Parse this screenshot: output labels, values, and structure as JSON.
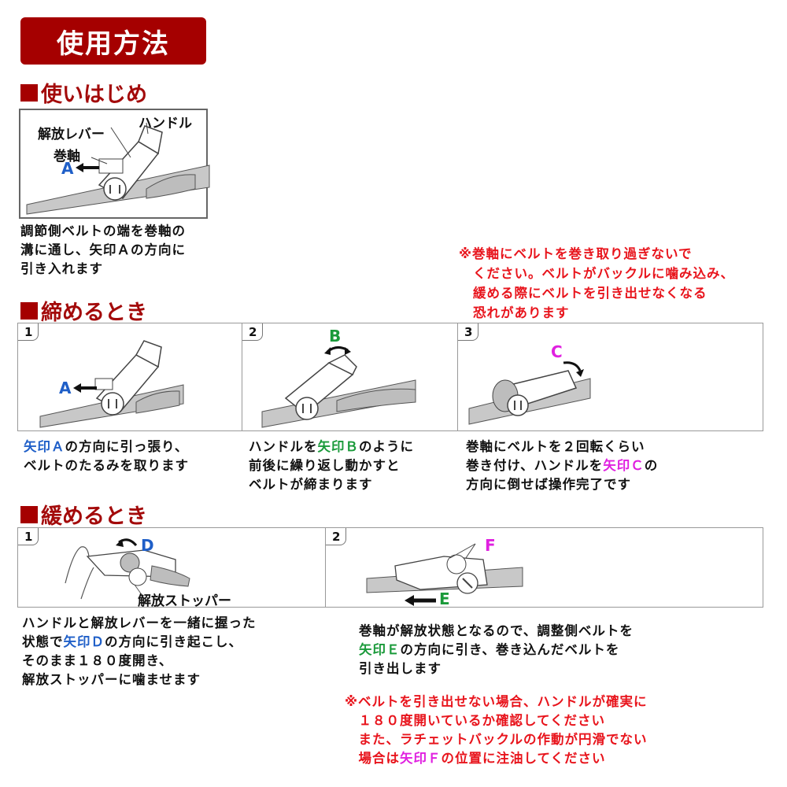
{
  "title": "使用方法",
  "colors": {
    "brand": "#a50000",
    "warning": "#e8141c",
    "arrow_a": "#1f5fc8",
    "arrow_b": "#1a9a3a",
    "arrow_c": "#e020e0"
  },
  "start": {
    "heading": "使い はじめ",
    "heading_text": "使いはじめ",
    "labels": {
      "handle": "ハンドル",
      "release_lever": "解放レバー",
      "reel": "巻軸",
      "arrow": "A"
    },
    "desc_lines": [
      "調節側ベルトの端を巻軸の",
      "溝に通し、矢印Ａの方向に",
      "引き入れます"
    ]
  },
  "warning1": {
    "lines": [
      "※巻軸にベルトを巻き取り過ぎないで",
      "ください。ベルトがバックルに噛み込み、",
      "緩める際にベルトを引き出せなくなる",
      "恐れがあります"
    ]
  },
  "tighten": {
    "heading": "締めるとき",
    "steps": [
      {
        "no": "1",
        "arrow": "A",
        "lines": [
          {
            "hl": "矢印Ａ",
            "rest": "の方向に引っ張り、"
          },
          {
            "hl": "",
            "rest": "ベルトのたるみを取ります"
          }
        ]
      },
      {
        "no": "2",
        "arrow": "B",
        "lines": [
          {
            "pre": "ハンドルを",
            "hl": "矢印Ｂ",
            "rest": "のように"
          },
          {
            "pre": "",
            "hl": "",
            "rest": "前後に繰り返し動かすと"
          },
          {
            "pre": "",
            "hl": "",
            "rest": "ベルトが締まります"
          }
        ]
      },
      {
        "no": "3",
        "arrow": "C",
        "lines": [
          {
            "pre": "",
            "hl": "",
            "rest": "巻軸にベルトを２回転くらい"
          },
          {
            "pre": "巻き付け、ハンドルを",
            "hl": "矢印Ｃ",
            "rest": "の"
          },
          {
            "pre": "",
            "hl": "",
            "rest": "方向に倒せば操作完了です"
          }
        ]
      }
    ]
  },
  "loosen": {
    "heading": "緩めるとき",
    "steps": [
      {
        "no": "1",
        "arrow": "D",
        "label": "解放ストッパー",
        "lines": [
          {
            "pre": "ハンドルと解放レバーを一緒に握った",
            "hl": "",
            "rest": ""
          },
          {
            "pre": "状態で",
            "hl": "矢印Ｄ",
            "rest": "の方向に引き起こし、"
          },
          {
            "pre": "そのまま１８０度開き、",
            "hl": "",
            "rest": ""
          },
          {
            "pre": "解放ストッパーに噛ませます",
            "hl": "",
            "rest": ""
          }
        ]
      },
      {
        "no": "2",
        "arrow_e": "E",
        "arrow_f": "F",
        "lines": [
          {
            "pre": "巻軸が解放状態となるので、調整側ベルトを",
            "hl": "",
            "rest": ""
          },
          {
            "pre": "",
            "hl": "矢印Ｅ",
            "rest": "の方向に引き、巻き込んだベルトを"
          },
          {
            "pre": "引き出します",
            "hl": "",
            "rest": ""
          }
        ]
      }
    ]
  },
  "warning2": {
    "lines": [
      {
        "pre": "※ベルトを引き出せない場合、ハンドルが確実に",
        "hl": "",
        "rest": ""
      },
      {
        "pre": "　１８０度開いているか確認してください",
        "hl": "",
        "rest": ""
      },
      {
        "pre": "　また、ラチェットバックルの作動が円滑でない",
        "hl": "",
        "rest": ""
      },
      {
        "pre": "　場合は",
        "hl": "矢印Ｆ",
        "rest": "の位置に注油してください"
      }
    ]
  }
}
